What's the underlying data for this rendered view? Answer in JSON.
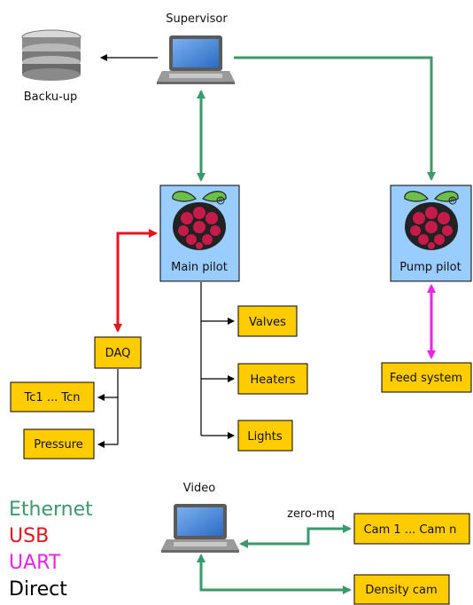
{
  "colors": {
    "ethernet": "#3a9a6a",
    "usb": "#e8141c",
    "uart": "#f11ff1",
    "direct": "#000000",
    "box_yellow": "#ffcc00",
    "box_blue": "#99ccff",
    "raspberry": "#c51a4a",
    "leaf": "#6cc04a"
  },
  "nodes": {
    "supervisor": "Supervisor",
    "backup": "Backu-up",
    "main_pilot": "Main pilot",
    "pump_pilot": "Pump pilot",
    "daq": "DAQ",
    "tc": "Tc1 ... Tcn",
    "pressure": "Pressure",
    "valves": "Valves",
    "heaters": "Heaters",
    "lights": "Lights",
    "feed_system": "Feed system",
    "video": "Video",
    "zero_mq": "zero-mq",
    "cams": "Cam 1 ... Cam n",
    "density_cam": "Density cam"
  },
  "icons": {
    "supervisor": "laptop-icon",
    "video": "laptop-icon",
    "backup": "database-icon",
    "main_pilot": "raspberry-pi-icon",
    "pump_pilot": "raspberry-pi-icon"
  },
  "legend": [
    {
      "label": "Ethernet",
      "color": "#3a9a6a"
    },
    {
      "label": "USB",
      "color": "#e8141c"
    },
    {
      "label": "UART",
      "color": "#f11ff1"
    },
    {
      "label": "Direct",
      "color": "#000000"
    }
  ]
}
